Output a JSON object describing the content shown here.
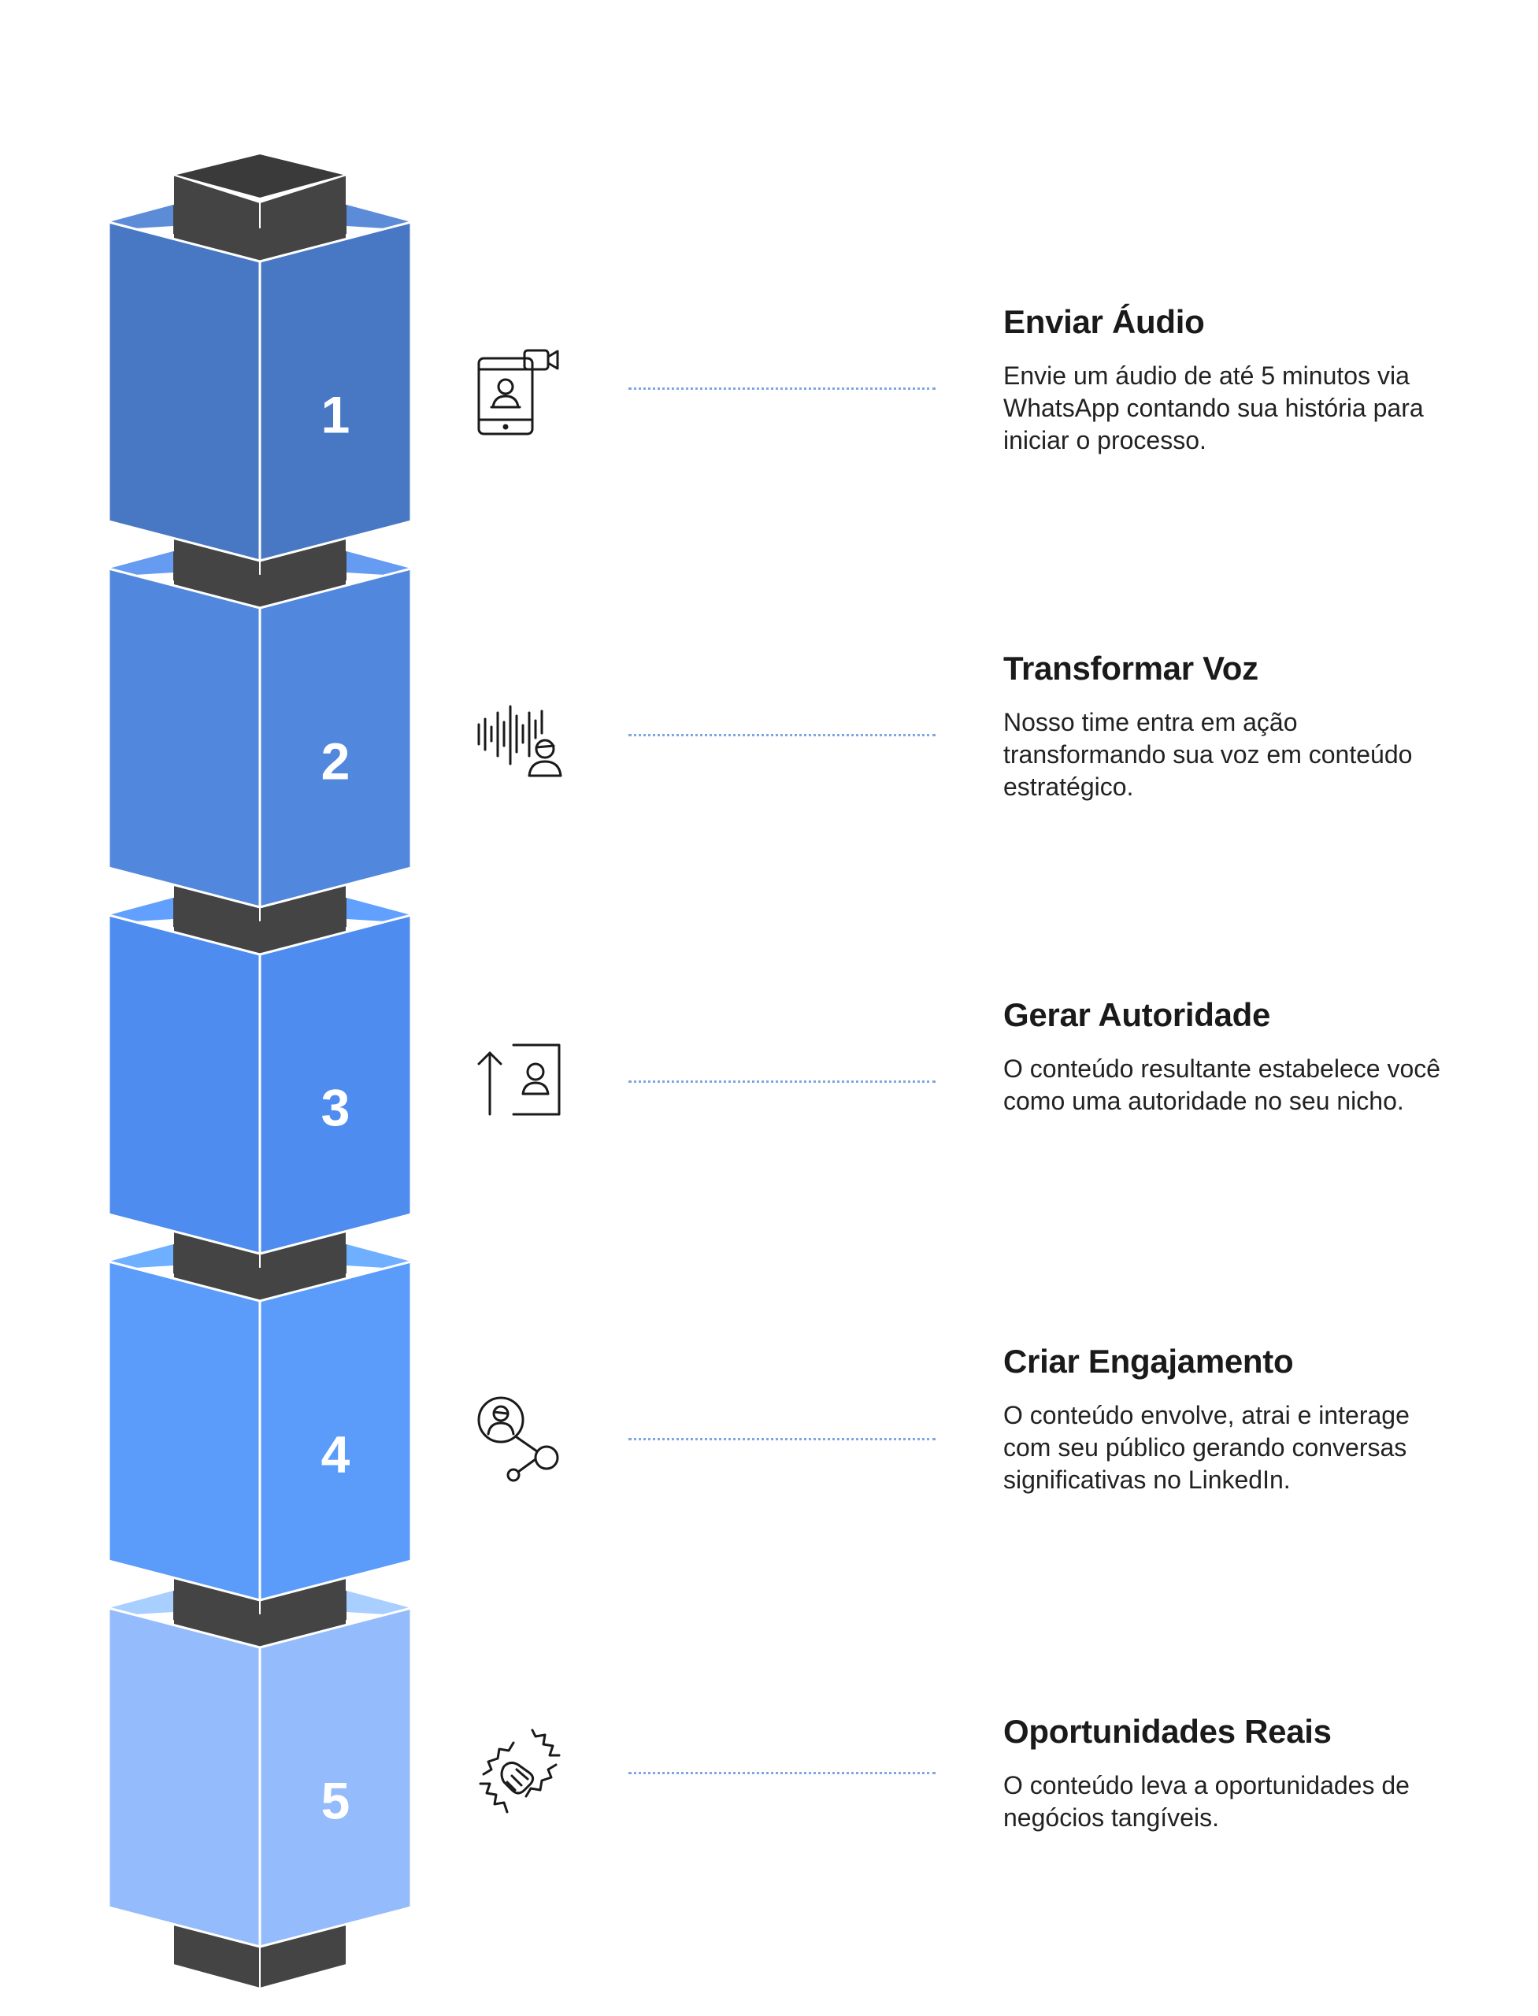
{
  "steps": [
    {
      "number": "1",
      "title": "Enviar Áudio",
      "description": "Envie um áudio de até 5 minutos via WhatsApp contando sua história para iniciar o processo.",
      "color": "#4878c4",
      "icon": "phone-video-call-icon"
    },
    {
      "number": "2",
      "title": "Transformar Voz",
      "description": "Nosso time entra em ação transformando sua voz em conteúdo estratégico.",
      "color": "#5287de",
      "icon": "voice-waveform-person-icon"
    },
    {
      "number": "3",
      "title": "Gerar Autoridade",
      "description": "O conteúdo resultante estabelece você como uma autoridade no seu nicho.",
      "color": "#4e8cf0",
      "icon": "authority-up-arrow-profile-icon"
    },
    {
      "number": "4",
      "title": "Criar Engajamento",
      "description": "O conteúdo envolve, atrai e interage com seu público gerando conversas significativas no LinkedIn.",
      "color": "#5b9bfa",
      "icon": "engagement-network-person-icon"
    },
    {
      "number": "5",
      "title": "Oportunidades Reais",
      "description": "O conteúdo leva a oportunidades de negócios tangíveis.",
      "color": "#94bbfc",
      "icon": "handshake-icon"
    }
  ],
  "colors": {
    "pillar": "#444444",
    "pillar_top": "#3a3a3a",
    "connector": "#7ea6e6",
    "number_text": "#ffffff"
  }
}
